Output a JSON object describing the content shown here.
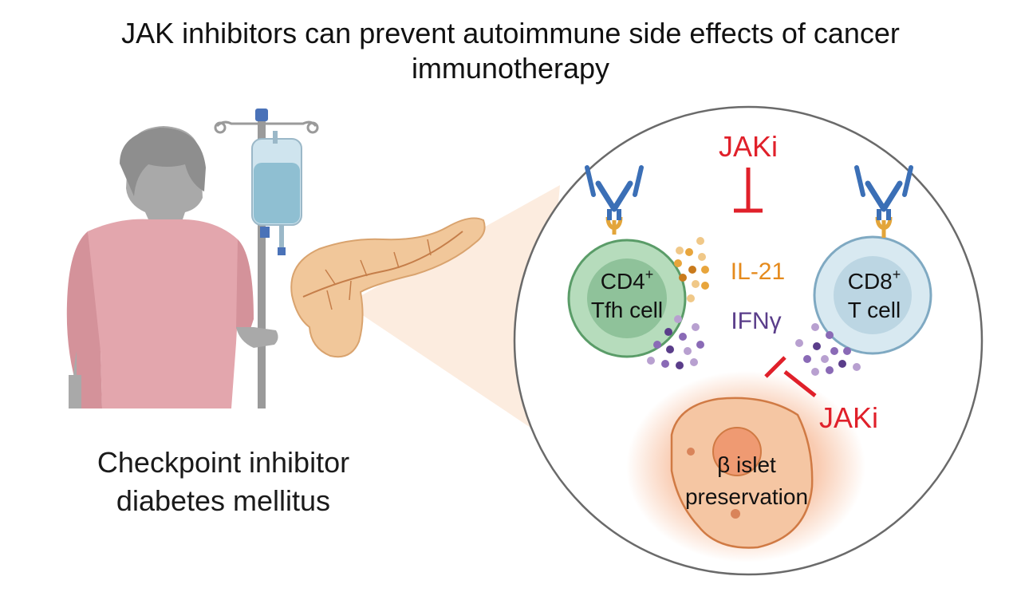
{
  "title": {
    "line1": "JAK inhibitors can prevent autoimmune side effects of cancer",
    "line2": "immunotherapy"
  },
  "caption": {
    "line1": "Checkpoint inhibitor",
    "line2": "diabetes mellitus"
  },
  "inset": {
    "jaki_top": "JAKi",
    "jaki_bottom": "JAKi",
    "cytokine_1": "IL-21",
    "cytokine_2": "IFNγ",
    "cd4_line1": "CD4",
    "cd4_sup": "+",
    "cd4_line2": "Tfh cell",
    "cd8_line1": "CD8",
    "cd8_sup": "+",
    "cd8_line2": "T cell",
    "islet_line1": "β islet",
    "islet_line2": "preservation"
  },
  "colors": {
    "inhibitor_red": "#e0202a",
    "il21_orange": "#e58a1c",
    "ifng_purple": "#5a3d8a",
    "cd4_green": "#8fc29a",
    "cd8_blue": "#c9dfea",
    "islet_orange": "#f3b48a",
    "antibody_blue": "#3b6fb6",
    "patient_gown": "#e3a6ad",
    "patient_skin": "#a9a9a9",
    "pancreas": "#f1c79a"
  }
}
